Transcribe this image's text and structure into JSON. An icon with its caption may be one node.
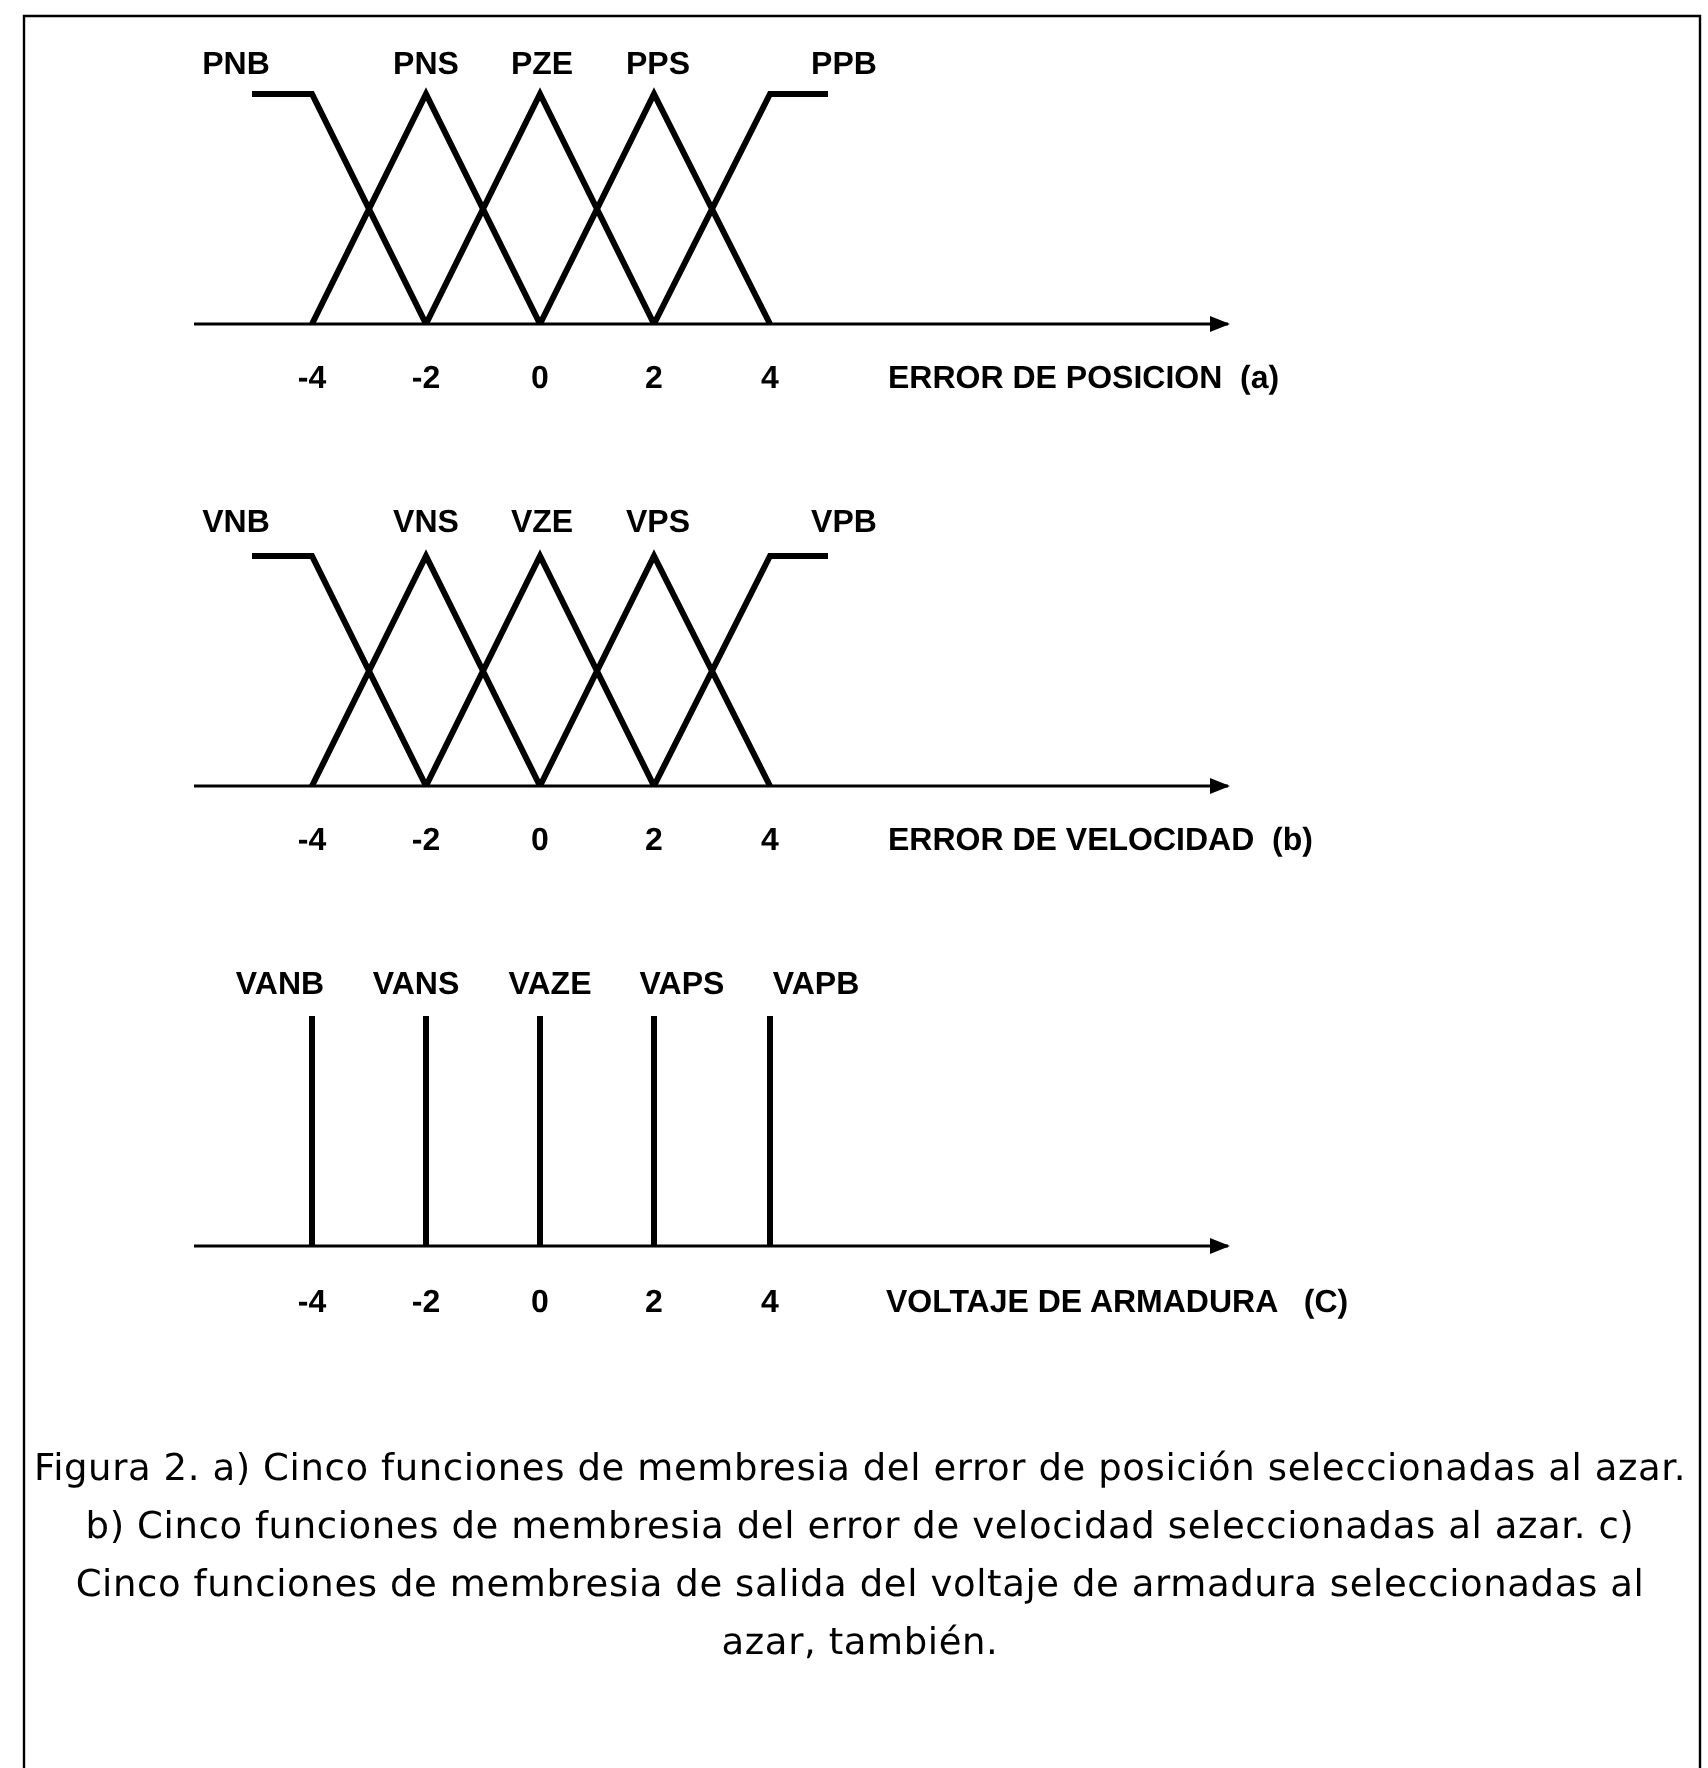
{
  "diagram": {
    "caption": "Figura 2. a) Cinco funciones de membresia del error de posición seleccionadas al azar. b) Cinco funciones de membresia del error de velocidad seleccionadas al azar. c) Cinco funciones de membresia de salida del voltaje de armadura seleccionadas al azar, también.",
    "labels": [
      "PNB",
      "PNS",
      "PZE",
      "PPS",
      "PPB",
      "-4",
      "-2",
      "0",
      "2",
      "4",
      "ERROR DE POSICION  (a)",
      "VNB",
      "VNS",
      "VZE",
      "VPS",
      "VPB",
      "-4",
      "-2",
      "0",
      "2",
      "4",
      "ERROR DE VELOCIDAD  (b)",
      "VANB",
      "VANS",
      "VAZE",
      "VAPS",
      "VAPB",
      "-4",
      "-2",
      "0",
      "2",
      "4",
      "VOLTAJE DE ARMADURA   (C)"
    ]
  }
}
